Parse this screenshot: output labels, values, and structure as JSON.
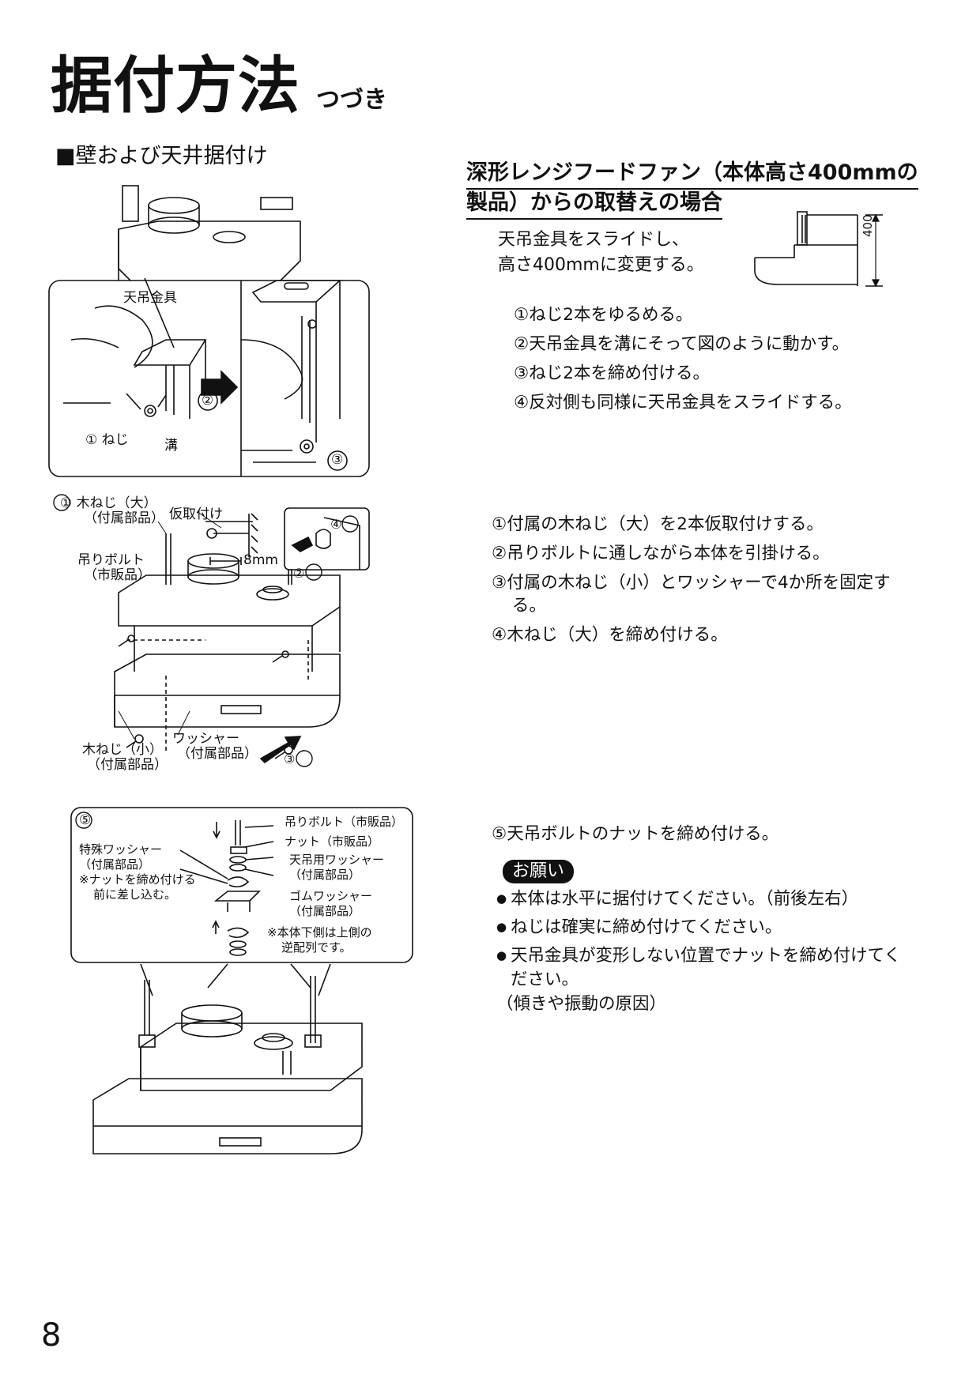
{
  "page": {
    "title": "据付方法",
    "title_suffix": "つづき",
    "section_heading": "■壁および天井据付け",
    "page_number": "8"
  },
  "deep_hood": {
    "heading_line1": "深形レンジフードファン（本体高さ400mmの",
    "heading_line2": "製品）からの取替えの場合",
    "instruction_line1": "天吊金具をスライドし、",
    "instruction_line2": "高さ400mmに変更する。",
    "dimension_label": "400",
    "steps": [
      "①ねじ2本をゆるめる。",
      "②天吊金具を溝にそって図のように動かす。",
      "③ねじ2本を締め付ける。",
      "④反対側も同様に天吊金具をスライドする。"
    ]
  },
  "figure1": {
    "label_bracket": "天吊金具",
    "label_screw": "① ねじ",
    "label_groove": "溝",
    "marker_2": "②",
    "marker_3": "③"
  },
  "wall_mount": {
    "steps": [
      "①付属の木ねじ（大）を2本仮取付けする。",
      "②吊りボルトに通しながら本体を引掛ける。",
      "③付属の木ねじ（小）とワッシャーで4か所を固定す",
      "る。",
      "④木ねじ（大）を締め付ける。"
    ]
  },
  "figure2": {
    "label_screw_large_1": "① 木ねじ（大）",
    "label_screw_large_2": "（付属部品）",
    "label_temp": "仮取付け",
    "label_bolt_1": "吊りボルト",
    "label_bolt_2": "（市販品）",
    "label_8mm": "8mm",
    "marker_4": "④",
    "marker_2": "②",
    "marker_3": "③",
    "label_washer_1": "ワッシャー",
    "label_washer_2": "（付属部品）",
    "label_screw_small_1": "木ねじ（小）",
    "label_screw_small_2": "（付属部品）"
  },
  "ceiling": {
    "step5": "⑤天吊ボルトのナットを締め付ける。",
    "request_badge": "お願い",
    "notes": [
      "本体は水平に据付けてください。（前後左右）",
      "ねじは確実に締め付けてください。",
      "天吊金具が変形しない位置でナットを締め付けてく"
    ],
    "note3_cont": "ださい。",
    "note_cause": "（傾きや振動の原因）"
  },
  "figure3": {
    "marker_5": "⑤",
    "label_special_washer_1": "特殊ワッシャー",
    "label_special_washer_2": "（付属部品）",
    "label_special_washer_3": "※ナットを締め付ける",
    "label_special_washer_4": "前に差し込む。",
    "label_bolt": "吊りボルト（市販品）",
    "label_nut": "ナット（市販品）",
    "label_ceiling_washer_1": "天吊用ワッシャー",
    "label_ceiling_washer_2": "（付属部品）",
    "label_rubber_washer_1": "ゴムワッシャー",
    "label_rubber_washer_2": "（付属部品）",
    "label_reverse_1": "※本体下側は上側の",
    "label_reverse_2": "逆配列です。"
  }
}
